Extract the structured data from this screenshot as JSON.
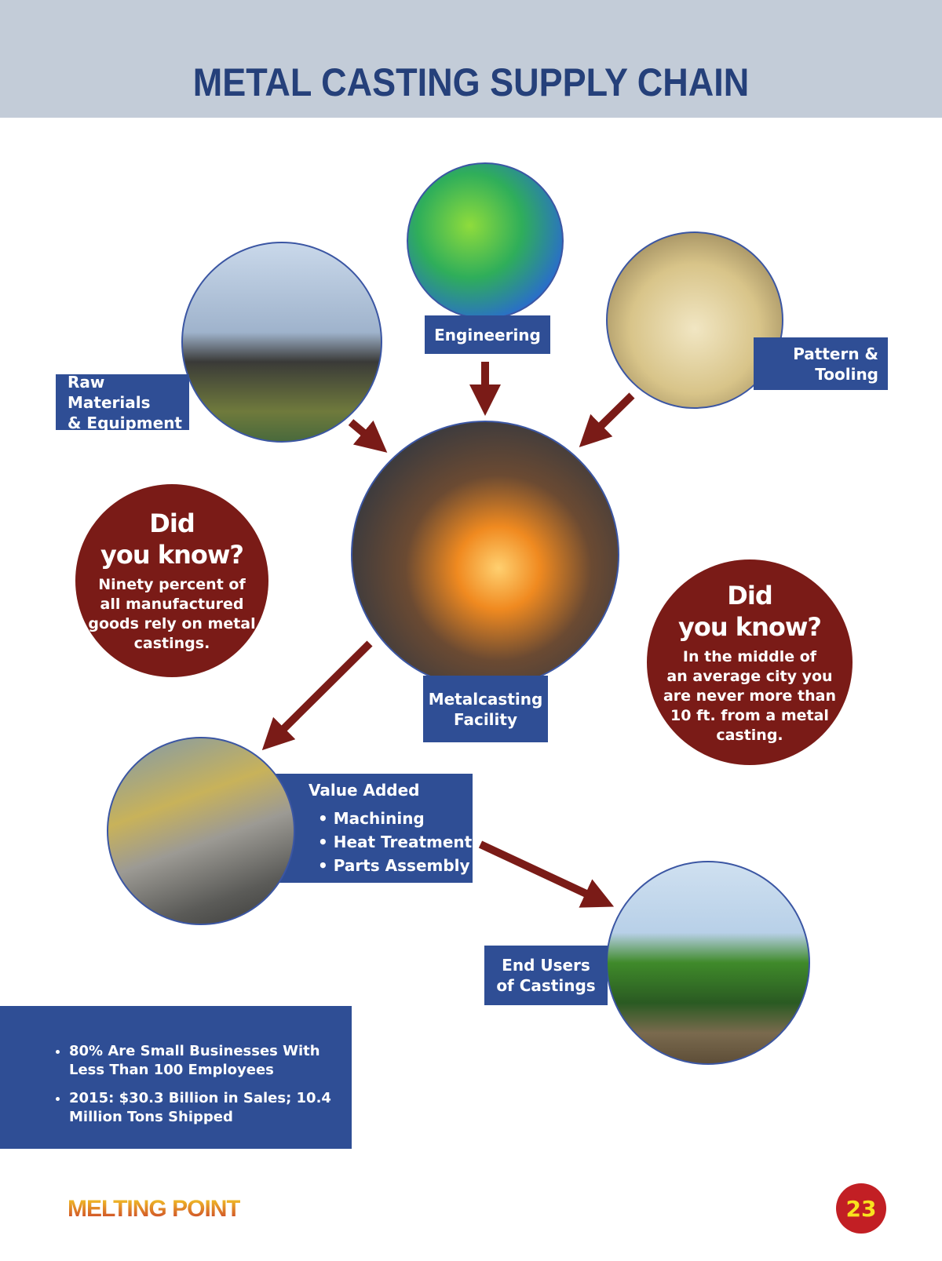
{
  "header": {
    "title": "METAL CASTING SUPPLY CHAIN"
  },
  "nodes": {
    "engineering": "Engineering",
    "raw_materials": [
      "Raw Materials",
      "& Equipment"
    ],
    "pattern": [
      "Pattern &",
      "Tooling"
    ],
    "facility": [
      "Metalcasting",
      "Facility"
    ],
    "value_added": {
      "title": "Value Added",
      "items": [
        "Machining",
        "Heat Treatment",
        "Parts Assembly"
      ]
    },
    "end_users": [
      "End Users",
      "of Castings"
    ]
  },
  "did_you_know_left": {
    "heading": [
      "Did",
      "you know?"
    ],
    "body": [
      "Ninety percent of",
      "all manufactured",
      "goods rely on metal",
      "castings."
    ]
  },
  "did_you_know_right": {
    "heading": [
      "Did",
      "you know?"
    ],
    "body": [
      "In the middle of",
      "an average city you",
      "are never more than",
      "10 ft. from a metal",
      "casting."
    ]
  },
  "facts": [
    "80% Are Small Businesses With Less Than 100 Employees",
    "2015: $30.3 Billion in Sales; 10.4 Million Tons Shipped"
  ],
  "footer": {
    "brand": "MELTING POINT",
    "page": "23"
  },
  "colors": {
    "navy": "#2f4e95",
    "maroon": "#7a1b17",
    "header_bg": "#c3ccd8"
  }
}
